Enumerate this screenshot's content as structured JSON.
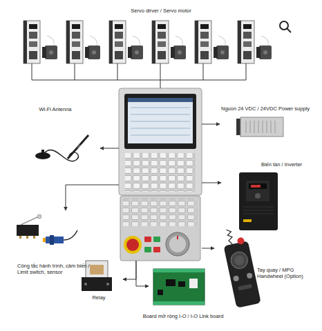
{
  "diagram": {
    "nodes": [
      {
        "text": [
          "Servo dirver / Servo motor"
        ]
      },
      {
        "text": []
      },
      {
        "text": [
          "Wi-Fi Antenna"
        ]
      },
      {
        "text": [
          "Nguồn 24 VDC / 24VDC Power supply"
        ]
      },
      {
        "text": [
          "Biến tần / Inverter"
        ]
      },
      {
        "text": [
          "Công tắc hành trình, cảm biến / Limit switch, sensor"
        ]
      },
      {
        "text": [
          "Tay quay / MPG Handwheel (Option)"
        ]
      },
      {
        "text": [
          "Relay"
        ]
      },
      {
        "text": [
          "Board mở rộng I-O / I-O Link board"
        ]
      }
    ],
    "edges": [
      {
        "from": 1,
        "to": 0,
        "arrow": "none"
      },
      {
        "from": 1,
        "to": 2,
        "arrow": "to"
      },
      {
        "from": 1,
        "to": 3,
        "arrow": "to"
      },
      {
        "from": 1,
        "to": 4,
        "arrow": "to"
      },
      {
        "from": 1,
        "to": 5,
        "arrow": "to"
      },
      {
        "from": 1,
        "to": 6,
        "arrow": "to"
      },
      {
        "from": 1,
        "to": 7,
        "arrow": "to"
      },
      {
        "from": 1,
        "to": 8,
        "arrow": "to"
      }
    ]
  }
}
